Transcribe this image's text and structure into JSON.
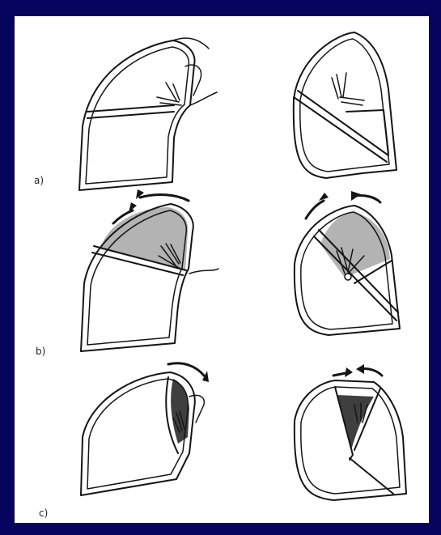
{
  "colors": {
    "background": "#06045e",
    "panel": "#ffffff",
    "stroke": "#151515",
    "shade_light": "#b3b3b3",
    "shade_dark": "#3f3f3f"
  },
  "rows": [
    {
      "label": "a)"
    },
    {
      "label": "b)"
    },
    {
      "label": "c)"
    }
  ]
}
